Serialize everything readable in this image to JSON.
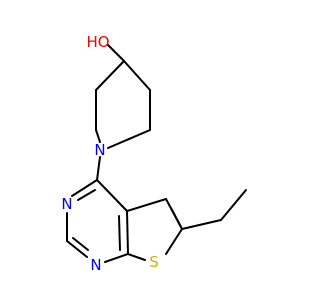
{
  "molecule": {
    "atoms": {
      "oh": "HO",
      "n_piperidine": "N",
      "n_pyrimidine_top": "N",
      "n_pyrimidine_bottom": "N",
      "s_thiophene": "S"
    },
    "colors": {
      "bond": "#000000",
      "oxygen": "#ff0000",
      "nitrogen": "#0000ff",
      "sulfur": "#c8b400"
    }
  }
}
